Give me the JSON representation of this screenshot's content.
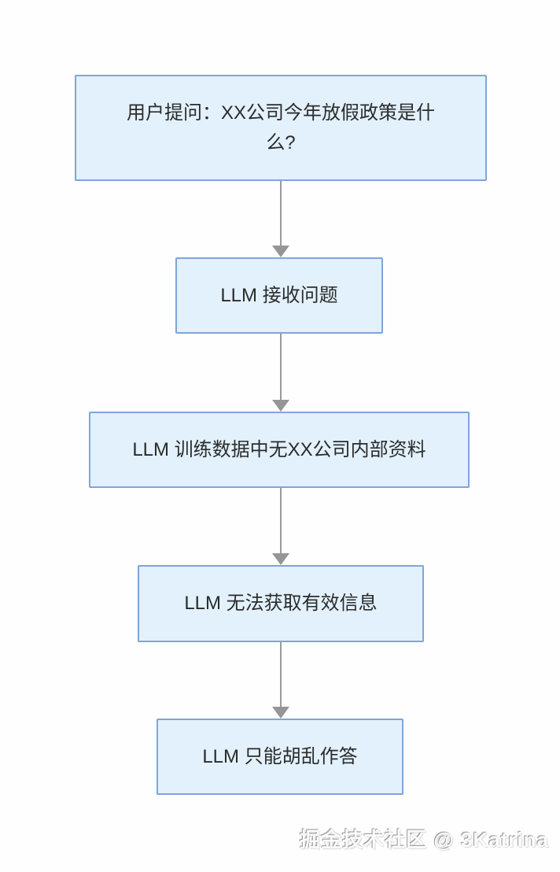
{
  "diagram": {
    "type": "flowchart",
    "direction": "top-down",
    "nodes": [
      {
        "id": "user-question",
        "label": "用户提问：XX公司今年放假政策是什么?"
      },
      {
        "id": "llm-receive",
        "label": "LLM 接收问题"
      },
      {
        "id": "no-internal-data",
        "label": "LLM 训练数据中无XX公司内部资料"
      },
      {
        "id": "no-valid-info",
        "label": "LLM 无法获取有效信息"
      },
      {
        "id": "random-answer",
        "label": "LLM 只能胡乱作答"
      }
    ],
    "edges": [
      {
        "from": "user-question",
        "to": "llm-receive"
      },
      {
        "from": "llm-receive",
        "to": "no-internal-data"
      },
      {
        "from": "no-internal-data",
        "to": "no-valid-info"
      },
      {
        "from": "no-valid-info",
        "to": "random-answer"
      }
    ],
    "colors": {
      "node_fill": "#e2f1fc",
      "node_border": "#7ea6d9",
      "node_text": "#2b2b2b",
      "arrow": "#9a9a9a",
      "background": "#fefefe"
    }
  },
  "watermark": {
    "text": "掘金技术社区 @ 3Katrina"
  }
}
